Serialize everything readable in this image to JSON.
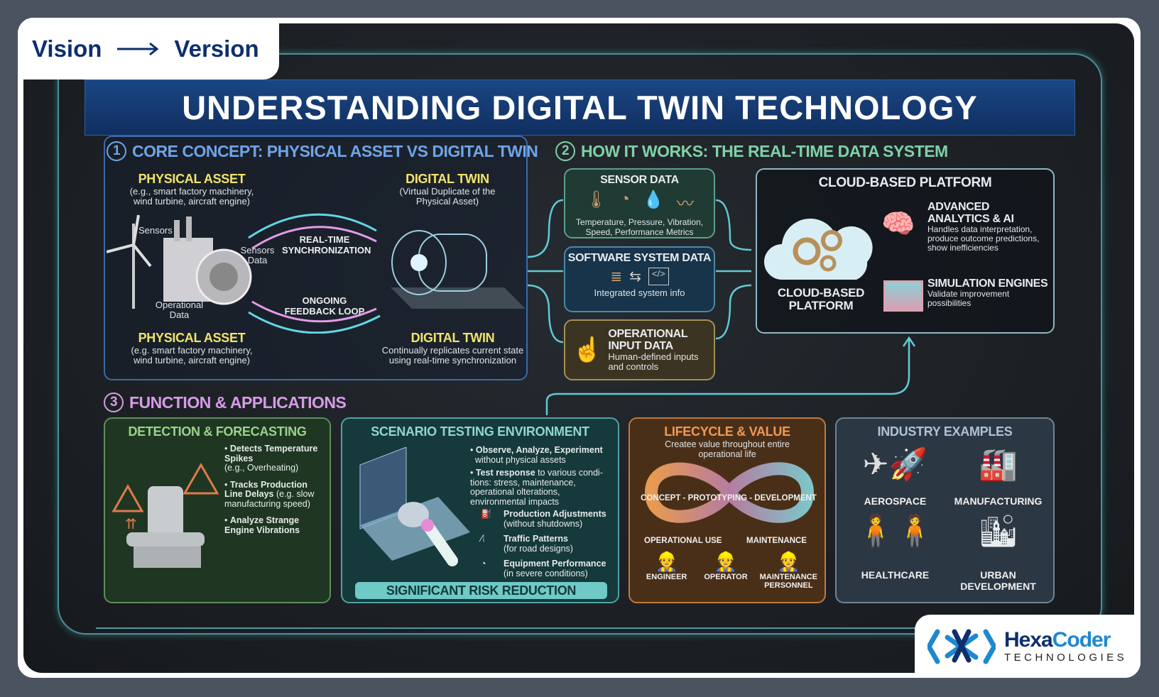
{
  "header": {
    "vision": "Vision",
    "version": "Version",
    "arrow_icon": "long-arrow-right"
  },
  "title": "UNDERSTANDING DIGITAL TWIN TECHNOLOGY",
  "section1": {
    "number": "1",
    "title": "CORE CONCEPT: PHYSICAL ASSET VS DIGITAL TWIN",
    "physical_top": {
      "title": "PHYSICAL ASSET",
      "desc": "(e.g., smart factory machinery, wind turbine, aircraft engine)"
    },
    "digital_top": {
      "title": "DIGITAL TWIN",
      "desc": "(Virtual Duplicate of the Physical Asset)"
    },
    "labels": {
      "sensors": "Sensors",
      "sensors_data": "Sensors Data",
      "operational_data": "Operational Data"
    },
    "sync": "REAL-TIME SYNCHRONIZATION",
    "loop": "ONGOING FEEDBACK LOOP",
    "physical_bottom": {
      "title": "PHYSICAL ASSET",
      "desc": "(e.g. smart factory machinery, wind turbine, aircraft engine)"
    },
    "digital_bottom": {
      "title": "DIGITAL TWIN",
      "desc": "Continually replicates current state using real-time synchronization"
    }
  },
  "section2": {
    "number": "2",
    "title": "HOW IT WORKS: THE REAL-TIME DATA SYSTEM",
    "sensor": {
      "title": "SENSOR DATA",
      "desc": "Temperature, Pressure, Vibration, Speed, Performance Metrics"
    },
    "software": {
      "title": "SOFTWARE SYSTEM DATA",
      "desc": "Integrated system info"
    },
    "operational": {
      "title": "OPERATIONAL INPUT DATA",
      "desc": "Human-defined inputs and controls"
    },
    "cloud": {
      "title": "CLOUD-BASED PLATFORM",
      "cloud_label": "CLOUD-BASED PLATFORM",
      "analytics": {
        "title": "ADVANCED ANALYTICS & AI",
        "desc": "Handles data interpretation, produce outcome predictions, show inefficiencies"
      },
      "simulation": {
        "title": "SIMULATION ENGINES",
        "desc": "Validate improvement possibilities"
      }
    }
  },
  "section3": {
    "number": "3",
    "title": "FUNCTION & APPLICATIONS",
    "detection": {
      "title": "DETECTION & FORECASTING",
      "items": [
        {
          "bold": "Detects Temperature Spikes",
          "rest": "(e.g., Overheating)"
        },
        {
          "bold": "Tracks Production Line Delays",
          "rest": "(e.g. slow manufacturing speed)"
        },
        {
          "bold": "Analyze Strange Engine Vibrations",
          "rest": ""
        }
      ]
    },
    "scenario": {
      "title": "SCENARIO TESTING ENVIRONMENT",
      "bullet1_bold": "Observe, Analyze, Experiment",
      "bullet1_rest": "without physical assets",
      "bullet2_bold": "Test response",
      "bullet2_mid": " to various condi-tions:",
      "bullet2_rest": " stress, maintenance, operational olterations, environmental impacts",
      "items": [
        {
          "bold": "Production Adjustments",
          "rest": "(without shutdowns)"
        },
        {
          "bold": "Traffic Patterns",
          "rest": "(for road designs)"
        },
        {
          "bold": "Equipment Performance",
          "rest": "(in severe conditions)"
        }
      ],
      "footer": "SIGNIFICANT RISK REDUCTION"
    },
    "lifecycle": {
      "title": "LIFECYCLE & VALUE",
      "desc": "Createe value throughout entire operational life",
      "loop_label": "CONCEPT - PROTOTYPING - DEVELOPMENT",
      "use": "OPERATIONAL USE",
      "maintenance": "MAINTENANCE",
      "roles": [
        "ENGINEER",
        "OPERATOR",
        "MAINTENANCE PERSONNEL"
      ]
    },
    "industry": {
      "title": "INDUSTRY EXAMPLES",
      "items": [
        "AEROSPACE",
        "MANUFACTURING",
        "HEALTHCARE",
        "URBAN DEVELOPMENT"
      ]
    }
  },
  "logo": {
    "name_dark": "Hexa",
    "name_light": "Coder",
    "sub": "TECHNOLOGIES"
  },
  "colors": {
    "banner": "#12356c",
    "section1": "#6fa4e8",
    "section2": "#7fd1a8",
    "section3": "#d79be6",
    "navy": "#0d2f6e",
    "logo_blue": "#1e88d0"
  }
}
